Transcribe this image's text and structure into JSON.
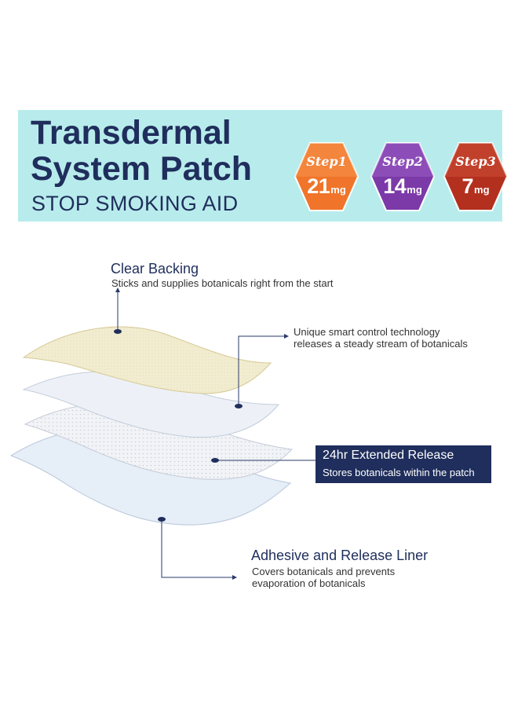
{
  "banner": {
    "title_line1": "Transdermal",
    "title_line2": "System Patch",
    "subtitle": "STOP SMOKING AID",
    "background": "#b8ecec"
  },
  "steps": [
    {
      "label": "Step1",
      "dose": "21",
      "unit": "mg",
      "color": "#f0742a"
    },
    {
      "label": "Step2",
      "dose": "14",
      "unit": "mg",
      "color": "#7b3aa8"
    },
    {
      "label": "Step3",
      "dose": "7",
      "unit": "mg",
      "color": "#b3301e"
    }
  ],
  "layers": [
    {
      "id": "clear-backing",
      "fill": "#f2ecd0"
    },
    {
      "id": "control-membrane",
      "fill": "#edf1f7"
    },
    {
      "id": "reservoir",
      "fill": "#f1f3f6"
    },
    {
      "id": "adhesive-liner",
      "fill": "#e6eef7"
    }
  ],
  "callouts": {
    "clear_backing": {
      "heading": "Clear Backing",
      "text": "Sticks and supplies botanicals right from the start"
    },
    "smart_control": {
      "line1": "Unique smart control technology",
      "line2": "releases a steady stream of botanicals"
    },
    "extended_release": {
      "heading": "24hr Extended Release",
      "text": "Stores botanicals within the patch"
    },
    "adhesive": {
      "heading": "Adhesive and Release Liner",
      "line1": "Covers botanicals and prevents",
      "line2": "evaporation of botanicals"
    }
  },
  "colors": {
    "navy": "#1f2e5c",
    "leader": "#2a3a6a"
  }
}
